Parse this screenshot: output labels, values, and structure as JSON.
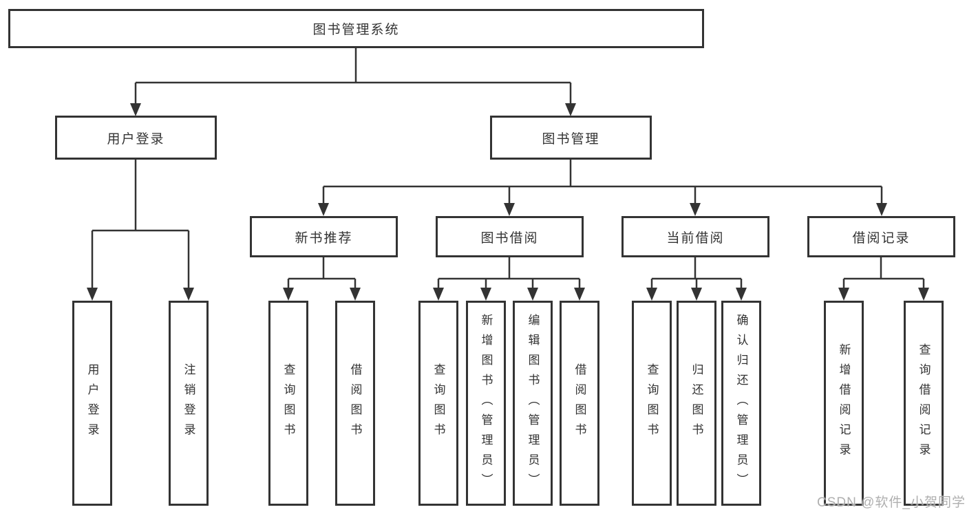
{
  "diagram": {
    "root": {
      "label": "图书管理系统"
    },
    "branches": {
      "user": {
        "label": "用户登录",
        "children": [
          "用户登录",
          "注销登录"
        ]
      },
      "book": {
        "label": "图书管理",
        "sections": [
          {
            "label": "新书推荐",
            "children": [
              "查询图书",
              "借阅图书"
            ]
          },
          {
            "label": "图书借阅",
            "children": [
              "查询图书",
              "新增图书（管理员）",
              "编辑图书（管理员）",
              "借阅图书"
            ]
          },
          {
            "label": "当前借阅",
            "children": [
              "查询图书",
              "归还图书",
              "确认归还（管理员）"
            ]
          },
          {
            "label": "借阅记录",
            "children": [
              "新增借阅记录",
              "查询借阅记录"
            ]
          }
        ]
      }
    },
    "colors": {
      "line": "#333333",
      "box_border": "#333333",
      "box_fill": "#ffffff",
      "text": "#333333",
      "background": "#ffffff",
      "watermark": "#a8a8a8"
    }
  },
  "watermark": {
    "text": "CSDN @软件_小贺同学"
  }
}
